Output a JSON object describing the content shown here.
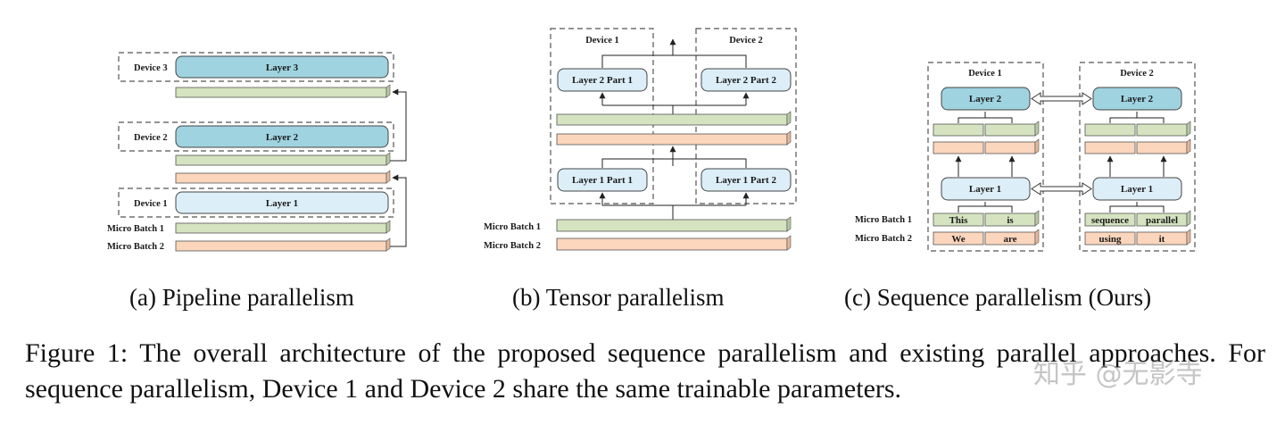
{
  "panel_a": {
    "devices": [
      "Device 3",
      "Device 2",
      "Device 1"
    ],
    "layers": [
      "Layer 3",
      "Layer 2",
      "Layer 1"
    ],
    "micro_batches": [
      "Micro Batch 1",
      "Micro Batch 2"
    ],
    "caption": "(a) Pipeline parallelism"
  },
  "panel_b": {
    "devices": [
      "Device 1",
      "Device 2"
    ],
    "layers": [
      "Layer 2 Part 1",
      "Layer 2 Part 2",
      "Layer 1 Part 1",
      "Layer 1 Part 2"
    ],
    "micro_batches": [
      "Micro Batch 1",
      "Micro Batch 2"
    ],
    "caption": "(b) Tensor parallelism"
  },
  "panel_c": {
    "devices": [
      "Device 1",
      "Device 2"
    ],
    "layers": [
      "Layer 2",
      "Layer 1"
    ],
    "micro_batches": [
      "Micro Batch 1",
      "Micro Batch 2"
    ],
    "tokens_device1": [
      "This",
      "is",
      "We",
      "are"
    ],
    "tokens_device2": [
      "sequence",
      "parallel",
      "using",
      "it"
    ],
    "caption": "(c) Sequence parallelism (Ours)"
  },
  "figure_caption": "Figure 1: The overall architecture of the proposed sequence parallelism and existing parallel approaches. For sequence parallelism, Device 1 and Device 2 share the same trainable parameters.",
  "watermark": "知乎 @无影寺",
  "colors": {
    "layer_blue": "#9fd3e0",
    "layer_light_blue": "#dceef7",
    "green_bar": "#d5e3c0",
    "orange_bar": "#fbd5bc",
    "dashed_border": "#555555"
  }
}
